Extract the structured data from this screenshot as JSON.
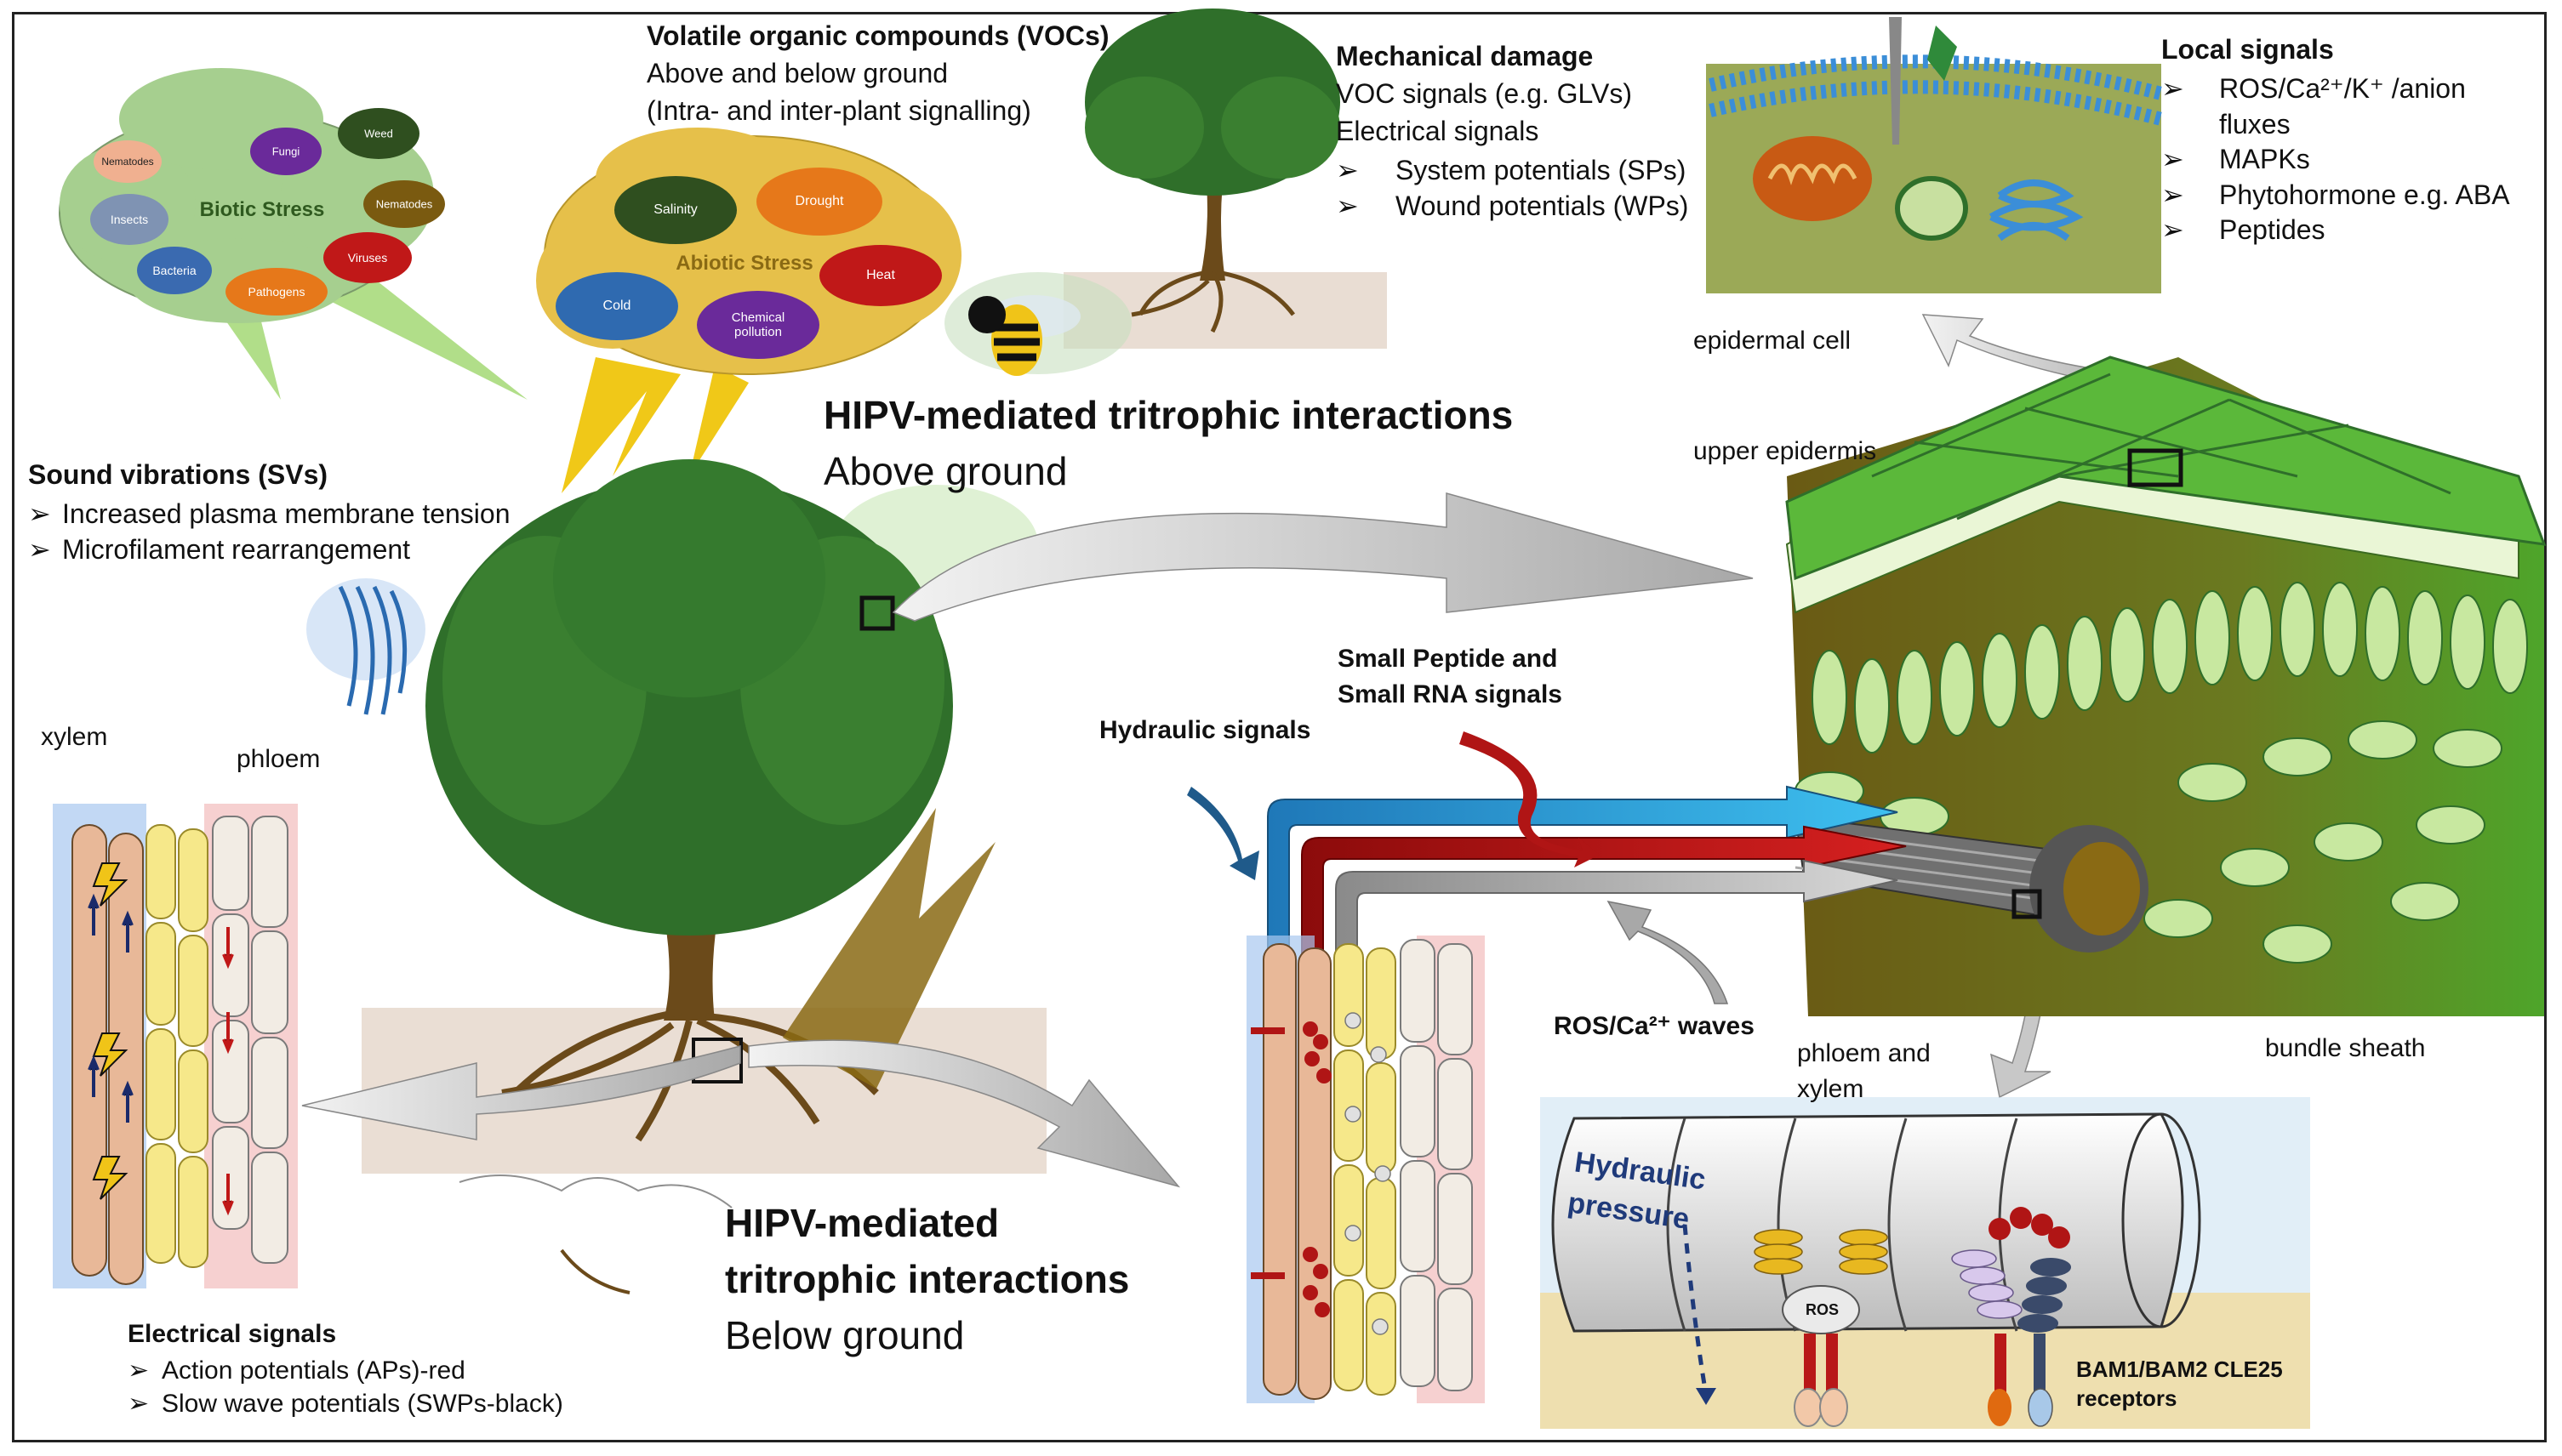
{
  "biotic": {
    "title": "Biotic Stress",
    "items": [
      "Nematodes",
      "Fungi",
      "Weed",
      "Insects",
      "Nematodes",
      "Bacteria",
      "Pathogens",
      "Viruses"
    ]
  },
  "abiotic": {
    "title": "Abiotic Stress",
    "items": [
      "Salinity",
      "Drought",
      "Heat",
      "Cold",
      "Chemical pollution"
    ]
  },
  "voc": {
    "title": "Volatile organic compounds (VOCs)",
    "line1": "Above and below ground",
    "line2": "(Intra- and inter-plant signalling)"
  },
  "mech": {
    "title": "Mechanical damage",
    "line1": "VOC signals (e.g. GLVs)",
    "line2": "Electrical signals",
    "bullets": [
      "System potentials (SPs)",
      "Wound potentials (WPs)"
    ]
  },
  "local": {
    "title": "Local signals",
    "bullets": [
      "ROS/Ca²⁺/K⁺ /anion fluxes",
      "MAPKs",
      "Phytohormone e.g. ABA",
      "Peptides"
    ],
    "bullet1_l1": "ROS/Ca²⁺/K⁺ /anion",
    "bullet1_l2": "fluxes"
  },
  "sound": {
    "title": "Sound vibrations (SVs)",
    "bullets": [
      "Increased plasma membrane tension",
      "Microfilament rearrangement"
    ]
  },
  "above": {
    "title": "HIPV-mediated tritrophic interactions",
    "sub": "Above ground"
  },
  "below": {
    "title1": "HIPV-mediated",
    "title2": "tritrophic interactions",
    "sub": "Below ground"
  },
  "labels": {
    "epidermal_cell": "epidermal cell",
    "upper_epidermis": "upper epidermis",
    "xylem": "xylem",
    "phloem": "phloem",
    "hydraulic_signals": "Hydraulic signals",
    "small_peptide_1": "Small Peptide  and",
    "small_peptide_2": "Small RNA signals",
    "ros_waves": "ROS/Ca²⁺ waves",
    "phloem_xylem_1": "phloem and",
    "phloem_xylem_2": "xylem",
    "bundle_sheath": "bundle sheath",
    "hydraulic_pressure_1": "Hydraulic",
    "hydraulic_pressure_2": "pressure",
    "ros": "ROS",
    "receptors_1": "BAM1/BAM2  CLE25",
    "receptors_2": "receptors"
  },
  "electrical": {
    "title": "Electrical signals",
    "bullets": [
      "Action potentials (APs)-red",
      "Slow wave potentials (SWPs-black)"
    ]
  },
  "colors": {
    "leaf_green": "#2f6f2a",
    "trunk_brown": "#6b4a1a",
    "signal_blue": "#2a8fd0",
    "signal_red": "#b01515",
    "signal_gray": "#9a9a9a",
    "biotic_cloud": "#9fce86",
    "abiotic_cloud": "#e7c24a"
  }
}
